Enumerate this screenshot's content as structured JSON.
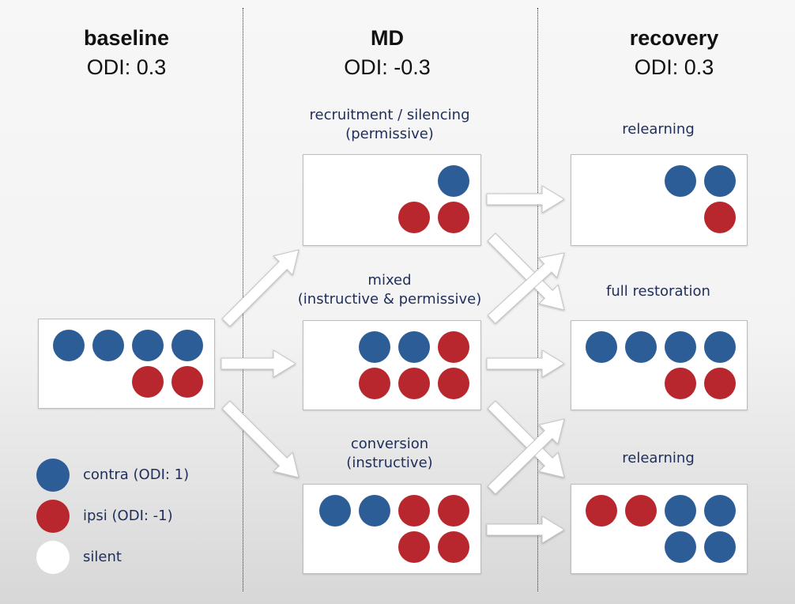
{
  "columns": [
    {
      "title": "baseline",
      "odi": "ODI: 0.3"
    },
    {
      "title": "MD",
      "odi": "ODI: -0.3"
    },
    {
      "title": "recovery",
      "odi": "ODI: 0.3"
    }
  ],
  "md_labels": {
    "top": [
      "recruitment / silencing",
      "(permissive)"
    ],
    "middle": [
      "mixed",
      "(instructive & permissive)"
    ],
    "bottom": [
      "conversion",
      "(instructive)"
    ]
  },
  "recovery_labels": {
    "top": "relearning",
    "middle": "full restoration",
    "bottom": "relearning"
  },
  "legend": [
    {
      "label": "contra (ODI: 1)",
      "type": "contra"
    },
    {
      "label": "ipsi (ODI: -1)",
      "type": "ipsi"
    },
    {
      "label": "silent",
      "type": "silent"
    }
  ],
  "colors": {
    "contra": "#2d5d97",
    "ipsi": "#b8272e",
    "silent": "#ffffff",
    "label_text": "#1f2e5a"
  },
  "boxes": {
    "baseline": {
      "row1": [
        "contra",
        "contra",
        "contra",
        "contra"
      ],
      "row2": [
        "ipsi",
        "ipsi"
      ]
    },
    "md_top": {
      "row1": [
        "contra"
      ],
      "row2": [
        "ipsi",
        "ipsi"
      ]
    },
    "md_middle": {
      "row1": [
        "contra",
        "contra",
        "ipsi"
      ],
      "row2": [
        "ipsi",
        "ipsi",
        "ipsi"
      ]
    },
    "md_bottom": {
      "row1": [
        "contra",
        "contra",
        "ipsi",
        "ipsi"
      ],
      "row2": [
        "ipsi",
        "ipsi"
      ]
    },
    "rec_top": {
      "row1": [
        "contra",
        "contra"
      ],
      "row2": [
        "ipsi"
      ]
    },
    "rec_middle": {
      "row1": [
        "contra",
        "contra",
        "contra",
        "contra"
      ],
      "row2": [
        "ipsi",
        "ipsi"
      ]
    },
    "rec_bottom": {
      "row1": [
        "ipsi",
        "ipsi",
        "contra",
        "contra"
      ],
      "row2": [
        "contra",
        "contra"
      ]
    }
  }
}
